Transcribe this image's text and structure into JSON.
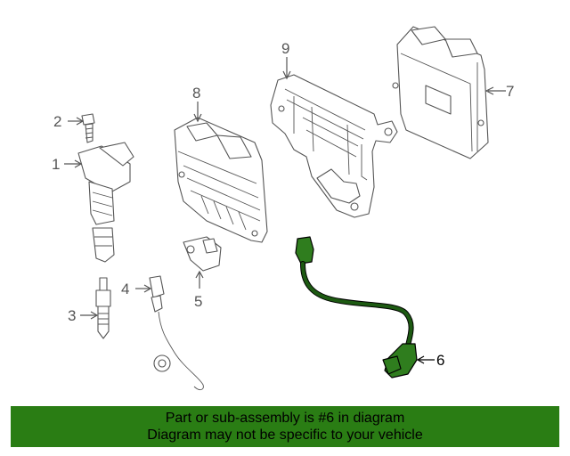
{
  "callouts": {
    "c1": "1",
    "c2": "2",
    "c3": "3",
    "c4": "4",
    "c5": "5",
    "c6": "6",
    "c7": "7",
    "c8": "8",
    "c9": "9"
  },
  "highlight_color": "#2a7d14",
  "banner": {
    "line1": "Part or sub-assembly is #6 in diagram",
    "line2": "Diagram may not be specific to your vehicle"
  }
}
